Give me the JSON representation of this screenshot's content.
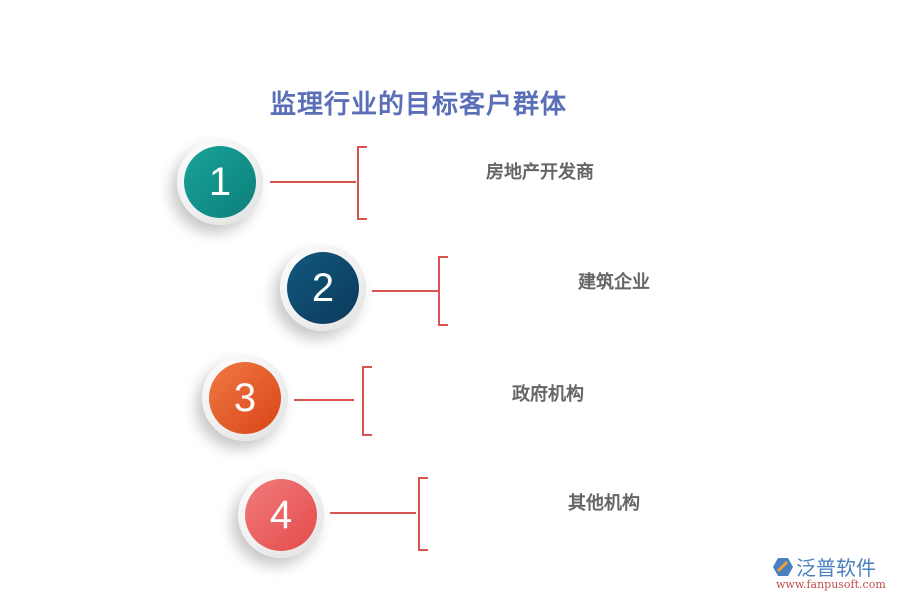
{
  "title": "监理行业的目标客户群体",
  "items": [
    {
      "number": "1",
      "label": "房地产开发商",
      "color": "#13968f"
    },
    {
      "number": "2",
      "label": "建筑企业",
      "color": "#0f4a6e"
    },
    {
      "number": "3",
      "label": "政府机构",
      "color": "#e0582a"
    },
    {
      "number": "4",
      "label": "其他机构",
      "color": "#ec5f5f"
    }
  ],
  "logo": {
    "name": "泛普软件",
    "url": "www.fanpusoft.com"
  }
}
